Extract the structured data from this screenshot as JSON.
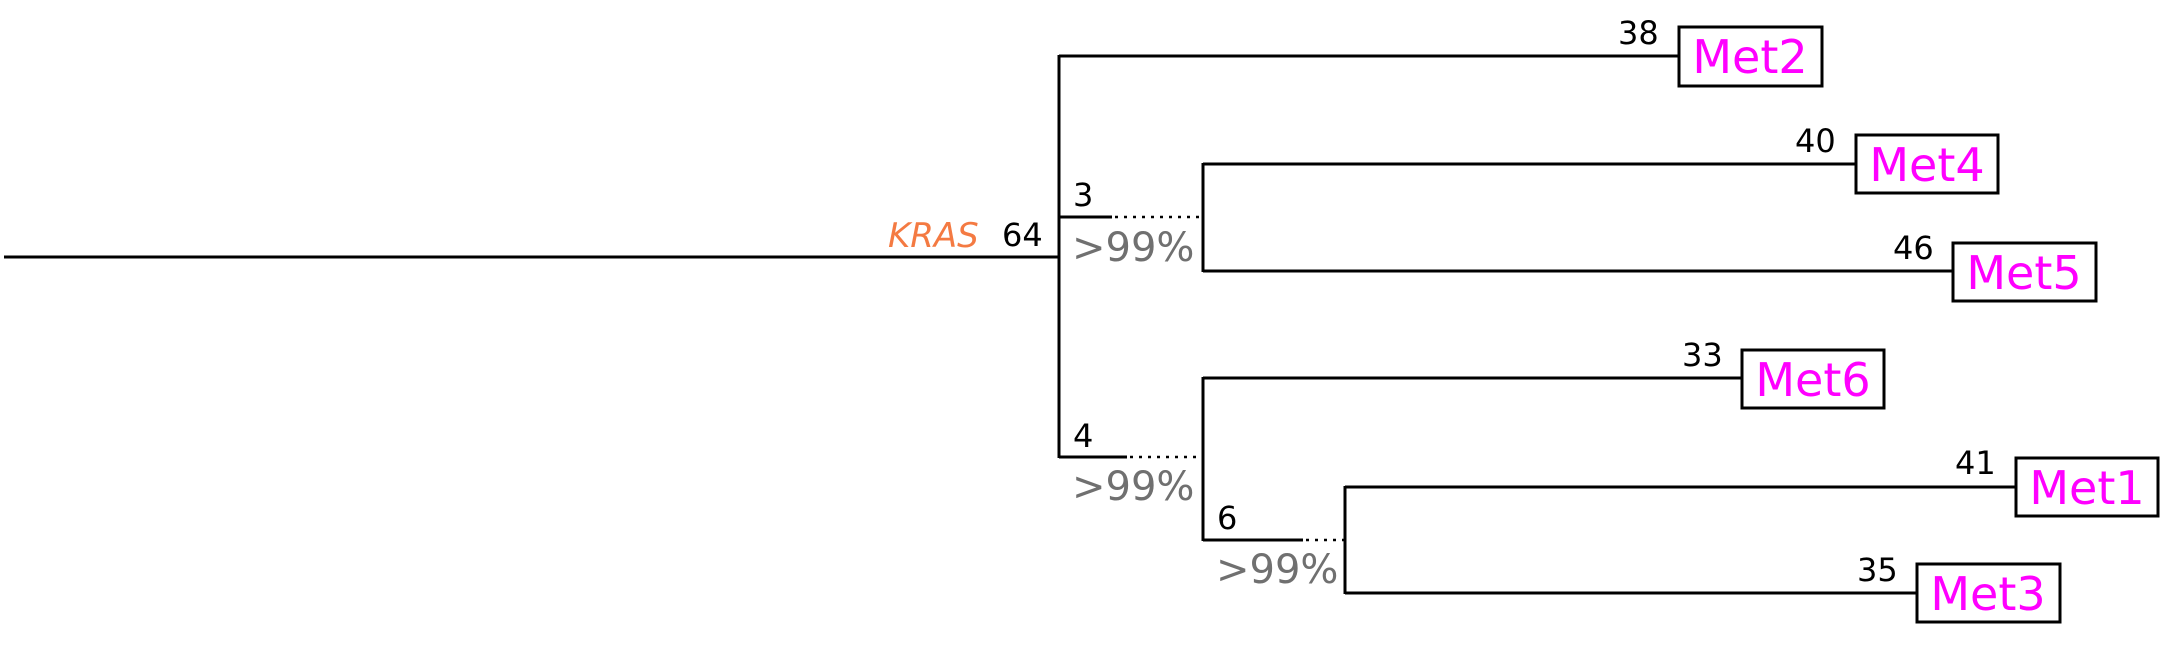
{
  "colors": {
    "leaf_label": "#ff00ff",
    "gene": "#f47a42",
    "support": "#707070",
    "line": "#000000"
  },
  "trunk": {
    "gene": "KRAS",
    "count": "64"
  },
  "internal_nodes": {
    "a": {
      "count": "3",
      "support": ">99%"
    },
    "b": {
      "count": "4",
      "support": ">99%"
    },
    "c": {
      "count": "6",
      "support": ">99%"
    }
  },
  "leaves": {
    "met2": {
      "label": "Met2",
      "count": "38"
    },
    "met4": {
      "label": "Met4",
      "count": "40"
    },
    "met5": {
      "label": "Met5",
      "count": "46"
    },
    "met6": {
      "label": "Met6",
      "count": "33"
    },
    "met1": {
      "label": "Met1",
      "count": "41"
    },
    "met3": {
      "label": "Met3",
      "count": "35"
    }
  }
}
